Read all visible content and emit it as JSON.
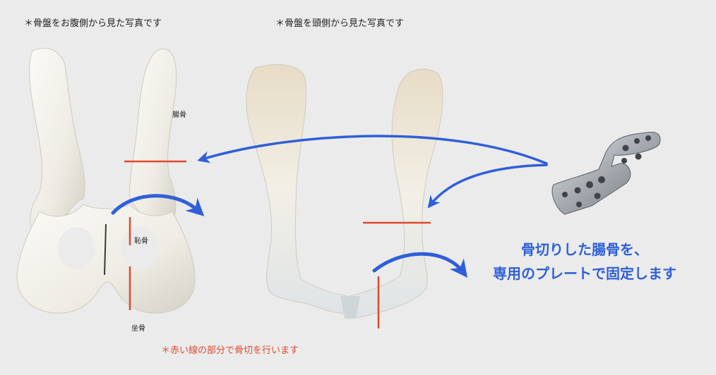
{
  "captions": {
    "left": "＊骨盤をお腹側から見た写真です",
    "right": "＊骨盤を頭側から見た写真です"
  },
  "labels": {
    "ilium": "腸骨",
    "pubis": "恥骨",
    "ischium": "坐骨"
  },
  "note": "＊赤い線の部分で骨切を行います",
  "callout": {
    "line1": "骨切りした腸骨を、",
    "line2": "専用のプレートで固定します"
  },
  "colors": {
    "background": "#ebebeb",
    "bone": "#f3f1ea",
    "bone_shadow": "#c9c5b8",
    "cut_line": "#e0482f",
    "arrow": "#2f5fd8",
    "callout_text": "#2f5fd8",
    "plate": "#9da2a8"
  }
}
